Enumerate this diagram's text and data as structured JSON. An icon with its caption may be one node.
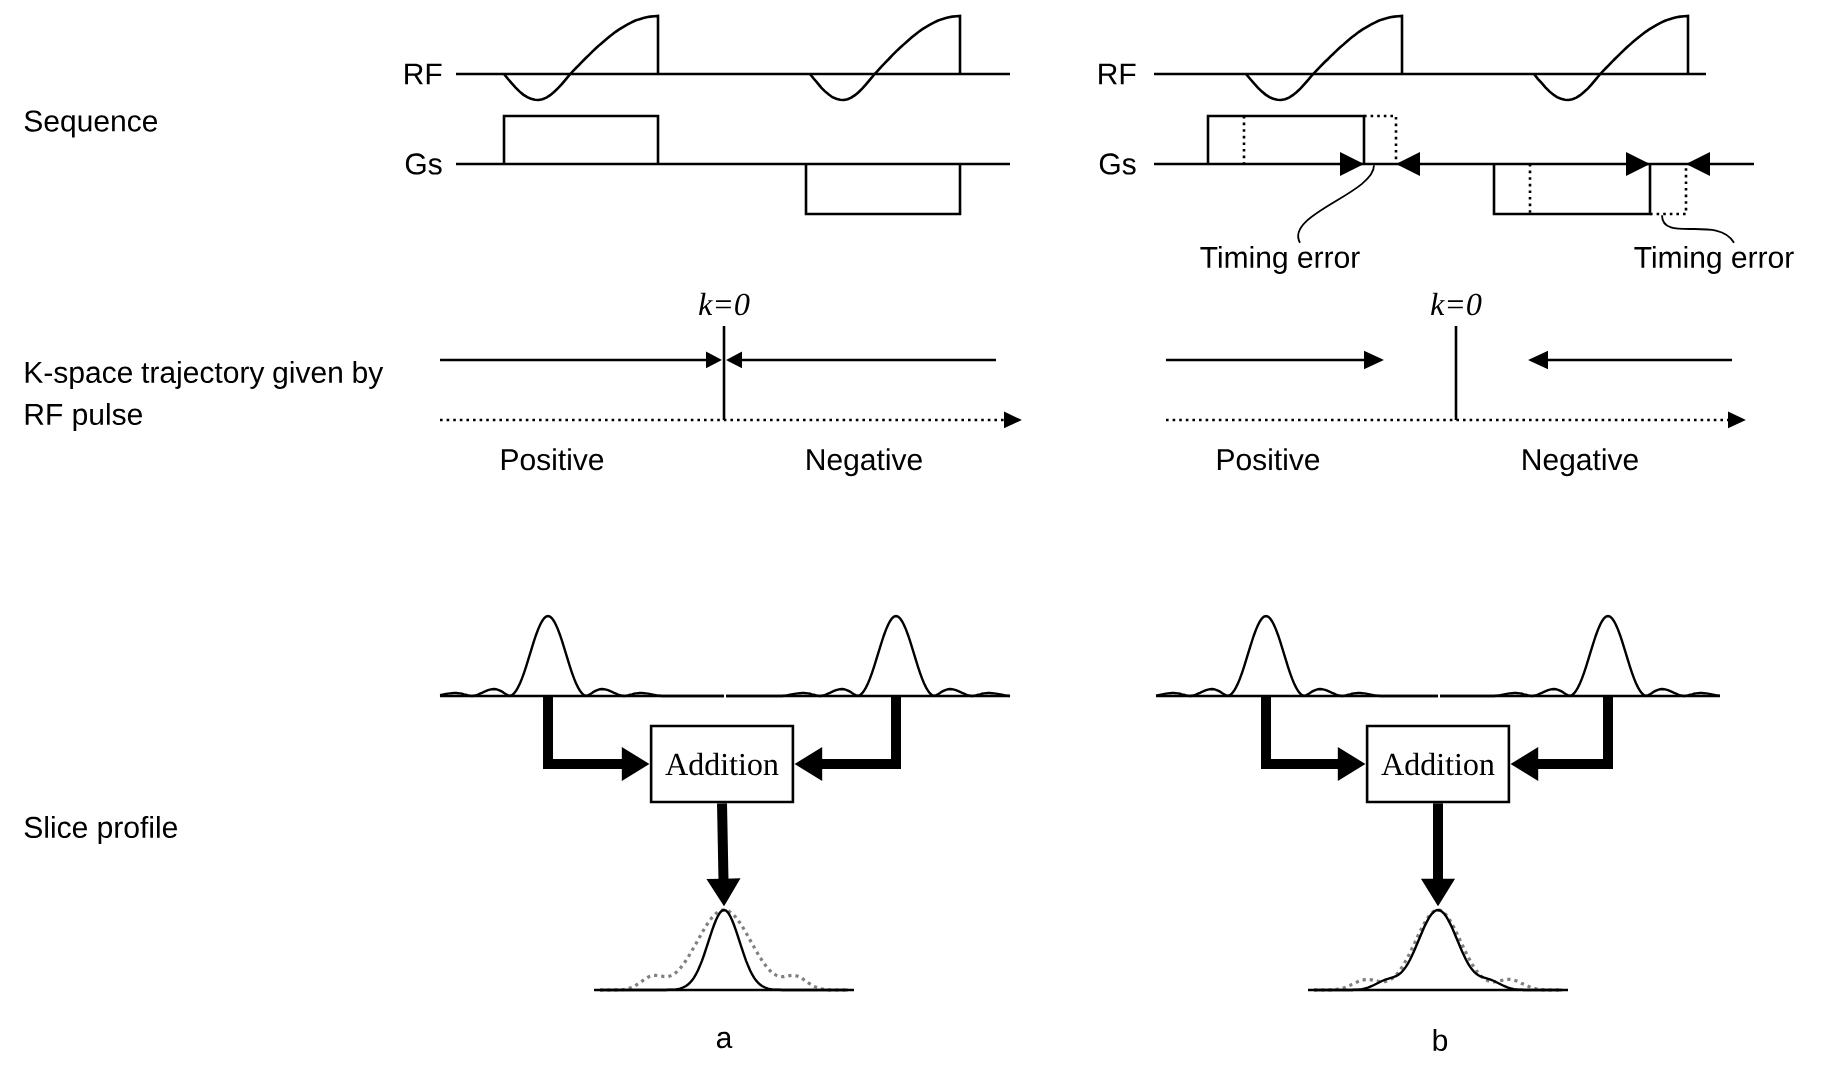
{
  "diagram": {
    "nodes": [
      {
        "text": [
          "Timing error"
        ]
      },
      {
        "text": [
          "Timing error"
        ]
      },
      {
        "text": [],
        "shape": "picture"
      },
      {
        "text": [],
        "shape": "picture"
      },
      {
        "text": [
          "Addition"
        ]
      },
      {
        "text": [],
        "shape": "picture"
      },
      {
        "text": [],
        "shape": "picture"
      },
      {
        "text": [],
        "shape": "picture"
      },
      {
        "text": [
          "Addition"
        ]
      },
      {
        "text": [],
        "shape": "picture"
      },
      {
        "text": [],
        "shape": "box"
      },
      {
        "text": [],
        "shape": "box"
      }
    ],
    "edges": [
      {
        "from": 0,
        "to": 10,
        "arrow": "none"
      },
      {
        "from": 1,
        "to": 11,
        "arrow": "none"
      },
      {
        "from": 2,
        "to": 4,
        "arrow": "to"
      },
      {
        "from": 3,
        "to": 4,
        "arrow": "to"
      },
      {
        "from": 4,
        "to": 5,
        "arrow": "to"
      },
      {
        "from": 6,
        "to": 8,
        "arrow": "to"
      },
      {
        "from": 7,
        "to": 8,
        "arrow": "to"
      },
      {
        "from": 8,
        "to": 9,
        "arrow": "to"
      }
    ],
    "labels": [
      "RF",
      "RF",
      "Sequence",
      "Gs",
      "Gs",
      "k=0",
      "k=0",
      "K-space trajectory given by RF pulse",
      "Positive",
      "Negative",
      "Positive",
      "Negative",
      "Slice profile",
      "a",
      "b"
    ]
  }
}
